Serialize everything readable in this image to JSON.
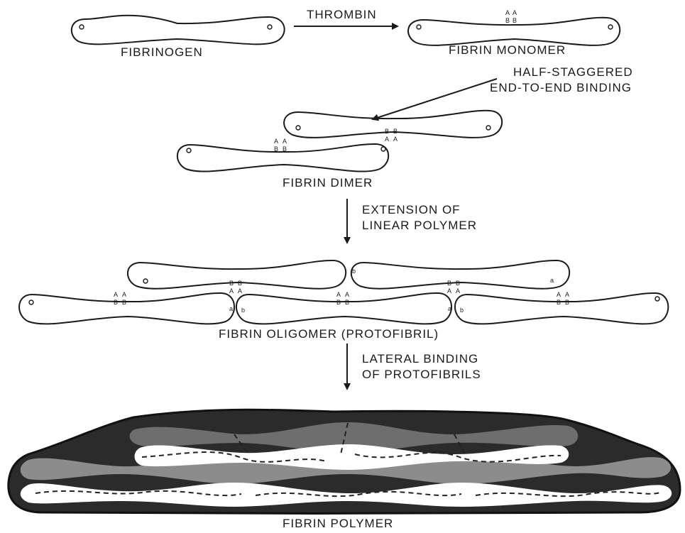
{
  "labels": {
    "fibrinogen": "FIBRINOGEN",
    "thrombin": "THROMBIN",
    "fibrin_monomer": "FIBRIN MONOMER",
    "half_staggered_1": "HALF-STAGGERED",
    "half_staggered_2": "END-TO-END BINDING",
    "fibrin_dimer": "FIBRIN DIMER",
    "extension_1": "EXTENSION OF",
    "extension_2": "LINEAR POLYMER",
    "fibrin_oligomer": "FIBRIN OLIGOMER (PROTOFIBRIL)",
    "lateral_1": "LATERAL BINDING",
    "lateral_2": "OF PROTOFIBRILS",
    "fibrin_polymer": "FIBRIN POLYMER"
  },
  "site_labels": {
    "a": "a",
    "b": "b",
    "A": "A",
    "B": "B"
  },
  "colors": {
    "ink": "#1a1a1a",
    "dark_fill": "#2b2b2b",
    "mid_gray": "#6e6e6e",
    "light_gray": "#8c8c8c",
    "white": "#ffffff"
  }
}
